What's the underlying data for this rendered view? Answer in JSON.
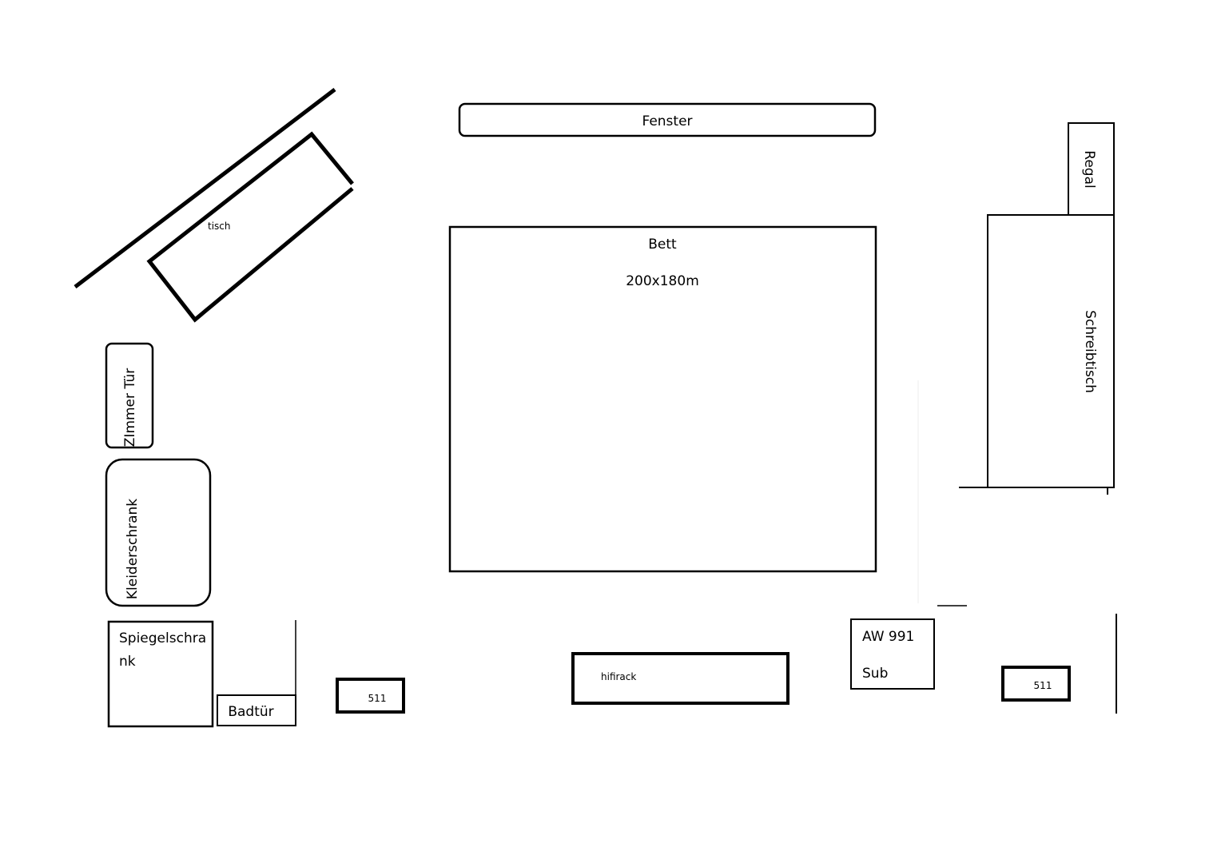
{
  "title": "Room layout sketch",
  "items": {
    "fenster": "Fenster",
    "regal": "Regal",
    "schreibtisch": "Schreibtisch",
    "bett": "Bett",
    "bett_size": "200x180m",
    "tisch": "tisch",
    "zimmer_tuer": "ZImmer Tür",
    "kleiderschrank": "Kleiderschrank",
    "spiegelschrank_line1": "Spiegelschra",
    "spiegelschrank_line2": "nk",
    "badtuer": "Badtür",
    "speaker_left": "511",
    "hifirack": "hifirack",
    "sub_line1": "AW 991",
    "sub_line2": "Sub",
    "speaker_right": "511"
  }
}
